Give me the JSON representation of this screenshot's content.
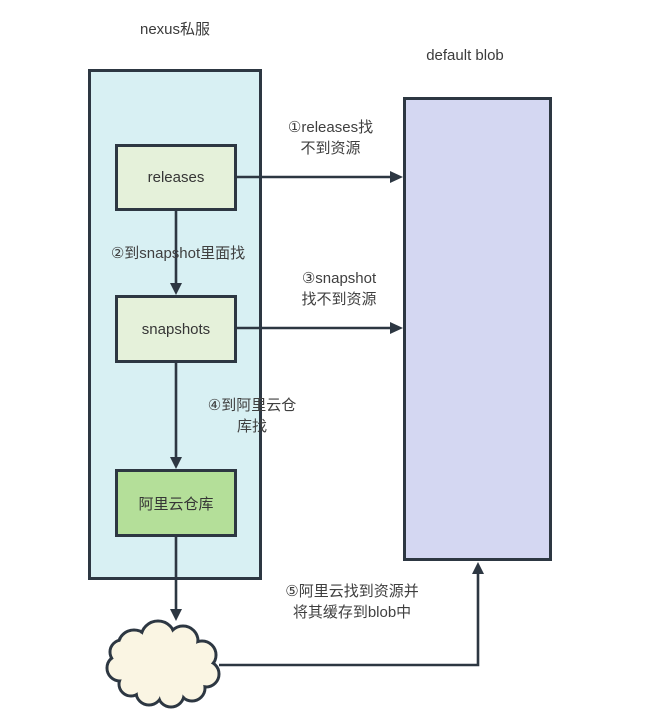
{
  "diagram": {
    "nexus_title": "nexus私服",
    "blob_title": "default blob",
    "nodes": {
      "releases": "releases",
      "snapshots": "snapshots",
      "aliyun": "阿里云仓库"
    },
    "labels": {
      "step1": "①releases找\n不到资源",
      "step2": "②到snapshot里面找",
      "step3": "③snapshot\n找不到资源",
      "step4": "④到阿里云仓\n库找",
      "step5": "⑤阿里云找到资源并\n将其缓存到blob中"
    },
    "shapes": {
      "cloud": "remote-aliyun-cloud"
    },
    "colors": {
      "container_fill": "#d8f0f3",
      "node_fill": "#e5f1da",
      "aliyun_fill": "#b4df99",
      "blob_fill": "#d4d7f2",
      "cloud_fill": "#faf5e3",
      "stroke": "#2d3742",
      "text": "#3c3c3c"
    }
  }
}
